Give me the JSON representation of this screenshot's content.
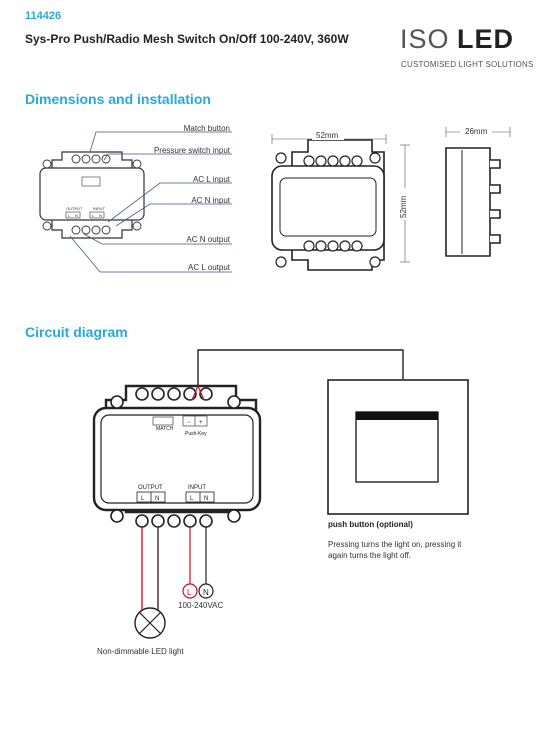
{
  "header": {
    "article_no": "114426",
    "product_name": "Sys-Pro Push/Radio Mesh Switch On/Off 100-240V, 360W",
    "logo_text_iso": "ISO",
    "logo_text_led": "LED",
    "tagline": "CUSTOMISED LIGHT SOLUTIONS"
  },
  "dimensions_section": {
    "title": "Dimensions and installation",
    "callouts": [
      "Match button",
      "Pressure switch input",
      "AC L input",
      "AC N input",
      "AC N output",
      "AC L output"
    ],
    "width_label": "52mm",
    "height_label": "52mm",
    "depth_label": "26mm",
    "module_labels": {
      "output": "OUTPUT",
      "input": "INPUT",
      "l": "L",
      "n": "N"
    }
  },
  "circuit_section": {
    "title": "Circuit diagram",
    "match_label": "MATCH",
    "minus": "−",
    "plus": "+",
    "push_key_label": "Push-Key",
    "output_label": "OUTPUT",
    "input_label": "INPUT",
    "l": "L",
    "n": "N",
    "voltage": "100-240VAC",
    "lamp_label": "Non-dimmable LED light",
    "push_button_title": "push button (optional)",
    "push_button_desc": "Pressing turns the light on, pressing it again turns the light off."
  },
  "colors": {
    "accent": "#2aa8d8",
    "wire_red": "#c8102e",
    "callout_line": "#3b5b8a"
  }
}
